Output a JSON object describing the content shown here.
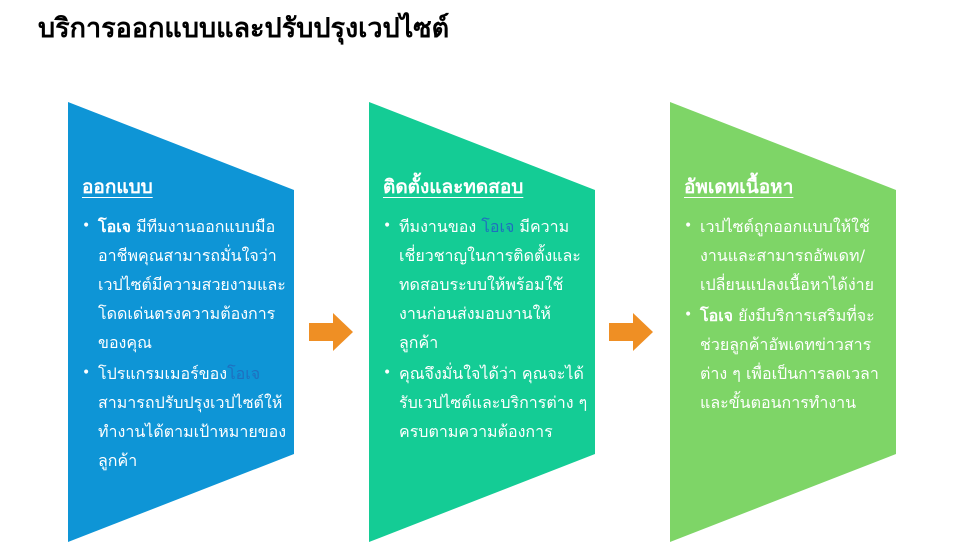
{
  "page": {
    "title": "บริการออกแบบและปรับปรุงเวปไซต์"
  },
  "colors": {
    "panel_1": "#0e95d6",
    "panel_2": "#14cc95",
    "panel_3": "#7ed567",
    "arrow": "#ef8f24",
    "highlight_text": "#1f6fbf"
  },
  "steps": [
    {
      "heading": "ออกแบบ",
      "bullets": [
        {
          "highlight": "โอเจ",
          "text": " มีทีมงานออกแบบมืออาชีพคุณสามารถมั่นใจว่าเวปไซต์มีความสวยงามและโดดเด่นตรงความต้องการของคุณ"
        },
        {
          "text": "โปรแกรมเมอร์ของ",
          "highlight": "โอเจ",
          "text_after": "สามารถปรับปรุงเวปไซต์ให้ทำงานได้ตามเป้าหมายของลูกค้า"
        }
      ]
    },
    {
      "heading": "ติดตั้งและทดสอบ",
      "bullets": [
        {
          "text": "ทีมงานของ ",
          "highlight": "โอเจ",
          "text_after": " มีความเชี่ยวชาญในการติดตั้งและทดสอบระบบให้พร้อมใช้งานก่อนส่งมอบงานให้ลูกค้า"
        },
        {
          "text": "คุณจึงมั่นใจได้ว่า คุณจะได้รับเวปไซต์และบริการต่าง ๆครบตามความต้องการ"
        }
      ]
    },
    {
      "heading": "อัพเดทเนื้อหา",
      "bullets": [
        {
          "text": "เวปไซต์ถูกออกแบบให้ใช้งานและสามารถอัพเดท/เปลี่ยนแปลงเนื้อหาได้ง่าย"
        },
        {
          "highlight": "โอเจ",
          "text": " ยังมีบริการเสริมที่จะช่วยลูกค้าอัพเดทข่าวสารต่าง ๆ เพื่อเป็นการลดเวลาและขั้นตอนการทำงาน"
        }
      ]
    }
  ]
}
